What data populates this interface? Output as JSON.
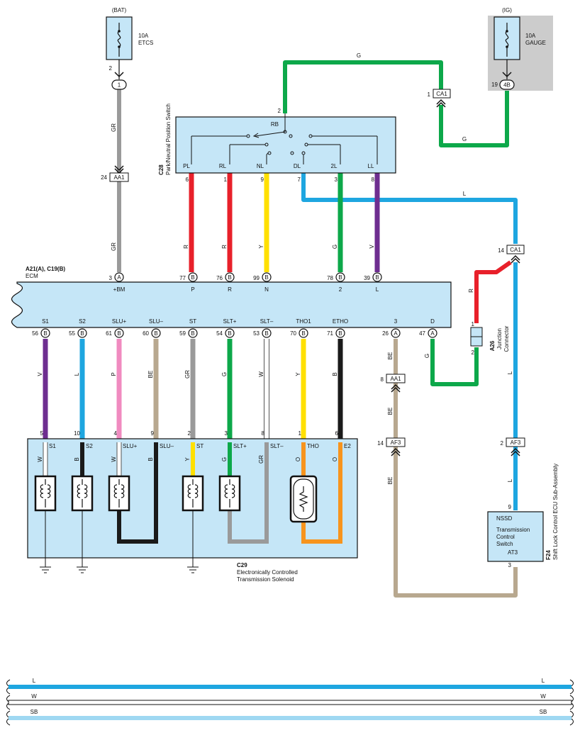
{
  "colors": {
    "box_fill": "#c5e6f7",
    "gray_panel": "#cccccc",
    "wire_G": "#0da84a",
    "wire_L": "#1ea6e0",
    "wire_R": "#e8202a",
    "wire_Y": "#ffe000",
    "wire_V": "#6e2e90",
    "wire_GR": "#9a9a9a",
    "wire_P": "#f08bc0",
    "wire_BE": "#b8a88f",
    "wire_W": "#ffffff",
    "wire_B": "#1a1a1a",
    "wire_O": "#f7941d",
    "wire_SB": "#9fd8f2"
  },
  "fuse_bat": {
    "supply": "(BAT)",
    "rating": "10A",
    "name": "ETCS",
    "pin": "2",
    "conn": "1"
  },
  "fuse_ig": {
    "supply": "(IG)",
    "rating": "10A",
    "name": "GAUGE",
    "pin": "19",
    "conn": "4B"
  },
  "switch": {
    "code": "C28",
    "name": "Park/Neutral Position Switch",
    "pin_rb": "2",
    "rb": "RB",
    "labels": [
      "PL",
      "RL",
      "NL",
      "DL",
      "2L",
      "LL"
    ],
    "pins": [
      "6",
      "1",
      "9",
      "7",
      "3",
      "8"
    ]
  },
  "connectors": {
    "ca1_top": {
      "pin": "1",
      "name": "CA1"
    },
    "aa1_top": {
      "pin": "24",
      "name": "AA1"
    },
    "ca1_right": {
      "pin": "14",
      "name": "CA1"
    },
    "aa1_low": {
      "pin": "8",
      "name": "AA1"
    },
    "af3_left": {
      "pin": "14",
      "name": "AF3"
    },
    "af3_right": {
      "pin": "2",
      "name": "AF3"
    }
  },
  "ecm": {
    "code": "A21(A), C19(B)",
    "name": "ECM",
    "top_pins": [
      {
        "num": "3",
        "conn": "A",
        "label": "+BM"
      },
      {
        "num": "77",
        "conn": "B",
        "label": "P"
      },
      {
        "num": "76",
        "conn": "B",
        "label": "R"
      },
      {
        "num": "99",
        "conn": "B",
        "label": "N"
      },
      {
        "num": "78",
        "conn": "B",
        "label": "2"
      },
      {
        "num": "39",
        "conn": "B",
        "label": "L"
      }
    ],
    "bottom_pins": [
      {
        "num": "56",
        "conn": "B",
        "label": "S1"
      },
      {
        "num": "55",
        "conn": "B",
        "label": "S2"
      },
      {
        "num": "61",
        "conn": "B",
        "label": "SLU+"
      },
      {
        "num": "60",
        "conn": "B",
        "label": "SLU–"
      },
      {
        "num": "59",
        "conn": "B",
        "label": "ST"
      },
      {
        "num": "54",
        "conn": "B",
        "label": "SLT+"
      },
      {
        "num": "53",
        "conn": "B",
        "label": "SLT–"
      },
      {
        "num": "70",
        "conn": "B",
        "label": "THO1"
      },
      {
        "num": "71",
        "conn": "B",
        "label": "ETHO"
      },
      {
        "num": "26",
        "conn": "A",
        "label": "3"
      },
      {
        "num": "47",
        "conn": "A",
        "label": "D"
      }
    ]
  },
  "wires": {
    "g_top": "G",
    "g_loop": "G",
    "gr_upper": "GR",
    "gr_lower": "GR",
    "l_long": "L",
    "r_p": "R",
    "r_r": "R",
    "y_n": "Y",
    "g_2": "G",
    "v_l": "V",
    "r_jc": "R",
    "g_jc": "G",
    "l_mid": "L",
    "l_low": "L",
    "v_s1": "V",
    "l_s2": "L",
    "p_slu": "P",
    "be_slu": "BE",
    "gr_st": "GR",
    "g_slt": "G",
    "w_slt": "W",
    "y_tho": "Y",
    "b_etho": "B",
    "be_3a": "BE",
    "be_3b": "BE",
    "be_3c": "BE"
  },
  "junction": {
    "code": "A26",
    "name_line1": "Junction",
    "name_line2": "Connector",
    "pin1": "1",
    "pin2": "2"
  },
  "solenoid": {
    "code": "C29",
    "name_line1": "Electronically Controlled",
    "name_line2": "Transmission Solenoid",
    "pins": [
      "5",
      "10",
      "4",
      "9",
      "2",
      "3",
      "8",
      "1",
      "6"
    ],
    "labels": [
      "S1",
      "S2",
      "SLU+",
      "SLU–",
      "ST",
      "SLT+",
      "SLT–",
      "THO",
      "E2"
    ],
    "inner_wires": [
      "W",
      "B",
      "W",
      "B",
      "Y",
      "G",
      "GR",
      "O",
      "O"
    ]
  },
  "shift_ecu": {
    "code": "F24",
    "name": "Shift Lock Control ECU Sub-Assembly",
    "nssd": "NSSD",
    "switch_line1": "Transmission",
    "switch_line2": "Control",
    "switch_line3": "Switch",
    "at3": "AT3",
    "pin_top": "9",
    "pin_bottom": "3"
  },
  "legend": [
    {
      "code": "L",
      "color": "#1ea6e0"
    },
    {
      "code": "W",
      "color": "#ffffff"
    },
    {
      "code": "SB",
      "color": "#9fd8f2"
    }
  ]
}
